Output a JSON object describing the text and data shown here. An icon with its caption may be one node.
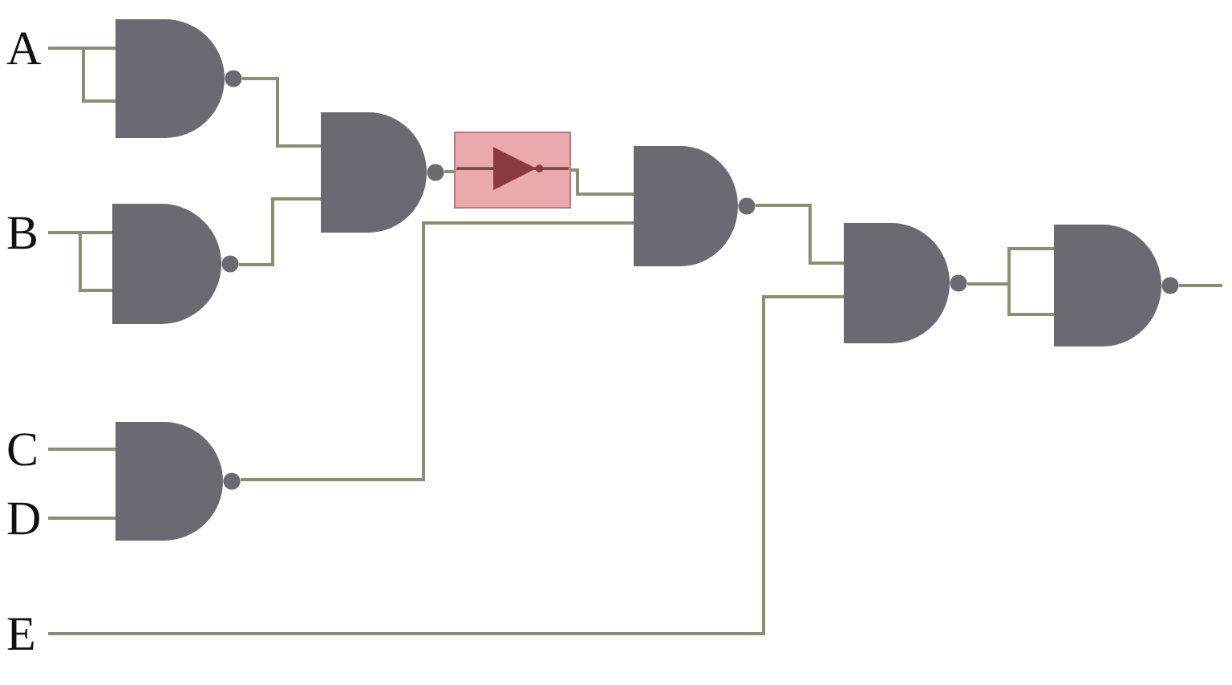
{
  "diagram": {
    "nodes": [
      {
        "text": [
          "A"
        ]
      },
      {
        "text": [
          "B"
        ]
      },
      {
        "text": [
          "C"
        ]
      },
      {
        "text": [
          "D"
        ]
      },
      {
        "text": [
          "E"
        ]
      },
      {
        "text": [],
        "shape": "gate"
      },
      {
        "text": [],
        "shape": "gate"
      },
      {
        "text": [],
        "shape": "gate"
      },
      {
        "text": [],
        "shape": "box"
      },
      {
        "text": [],
        "shape": "gate"
      },
      {
        "text": [],
        "shape": "gate"
      },
      {
        "text": [],
        "shape": "gate"
      },
      {
        "text": [],
        "shape": "gate"
      }
    ],
    "edges": [
      {
        "from": 0,
        "to": 5,
        "arrow": "none"
      },
      {
        "from": 1,
        "to": 6,
        "arrow": "none"
      },
      {
        "from": 2,
        "to": 9,
        "arrow": "none"
      },
      {
        "from": 3,
        "to": 9,
        "arrow": "none"
      },
      {
        "from": 4,
        "to": 11,
        "arrow": "none"
      },
      {
        "from": 5,
        "to": 7,
        "arrow": "none"
      },
      {
        "from": 6,
        "to": 7,
        "arrow": "none"
      },
      {
        "from": 7,
        "to": 8,
        "arrow": "none"
      },
      {
        "from": 8,
        "to": 10,
        "arrow": "none"
      },
      {
        "from": 9,
        "to": 10,
        "arrow": "none"
      },
      {
        "from": 10,
        "to": 11,
        "arrow": "none"
      },
      {
        "from": 11,
        "to": 12,
        "arrow": "none"
      },
      {
        "from": 12,
        "to": null,
        "arrow": "none"
      }
    ]
  }
}
